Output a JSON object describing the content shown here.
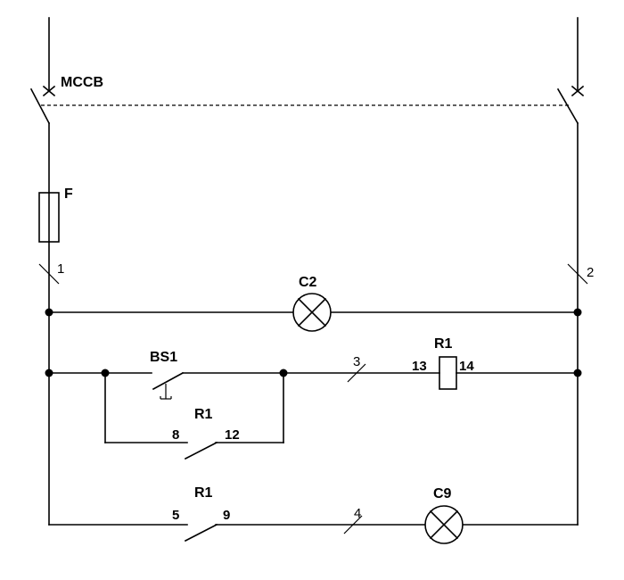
{
  "breaker": {
    "label": "MCCB"
  },
  "fuse": {
    "label": "F"
  },
  "wires": {
    "w1": "1",
    "w2": "2",
    "w3": "3",
    "w4": "4"
  },
  "lamp_c2": {
    "label": "C2"
  },
  "lamp_c9": {
    "label": "C9"
  },
  "pushbutton": {
    "label": "BS1"
  },
  "relay_coil": {
    "label": "R1",
    "pin_left": "13",
    "pin_right": "14"
  },
  "relay_contact_hold": {
    "label": "R1",
    "pin_left": "8",
    "pin_right": "12"
  },
  "relay_contact_out": {
    "label": "R1",
    "pin_left": "5",
    "pin_right": "9"
  }
}
